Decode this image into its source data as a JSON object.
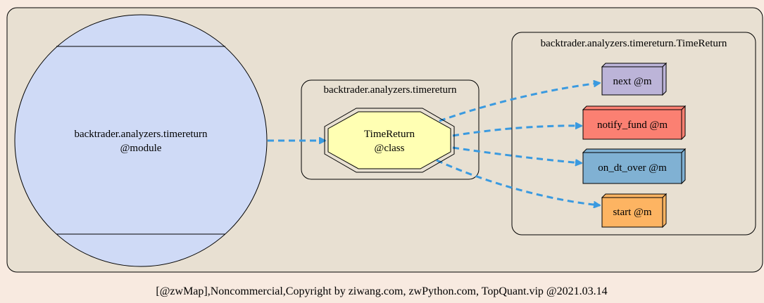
{
  "diagram": {
    "module_node": {
      "line1": "backtrader.analyzers.timereturn",
      "line2": "@module"
    },
    "cluster_module": {
      "label": "backtrader.analyzers.timereturn"
    },
    "class_node": {
      "line1": "TimeReturn",
      "line2": "@class"
    },
    "cluster_class": {
      "label": "backtrader.analyzers.timereturn.TimeReturn"
    },
    "methods": [
      {
        "label": "next @m",
        "color": "#bcb4d8"
      },
      {
        "label": "notify_fund @m",
        "color": "#fb8072"
      },
      {
        "label": "on_dt_over @m",
        "color": "#80b1d3"
      },
      {
        "label": "start @m",
        "color": "#fdb462"
      }
    ],
    "colors": {
      "outer_bg": "#e8e0d2",
      "page_bg": "#f8eae0",
      "module_fill": "#cfdaf6",
      "class_fill": "#ffffb3",
      "edge": "#3a9ae0"
    }
  },
  "footer": {
    "text": "[@zwMap],Noncommercial,Copyright by ziwang.com, zwPython.com, TopQuant.vip @2021.03.14"
  }
}
